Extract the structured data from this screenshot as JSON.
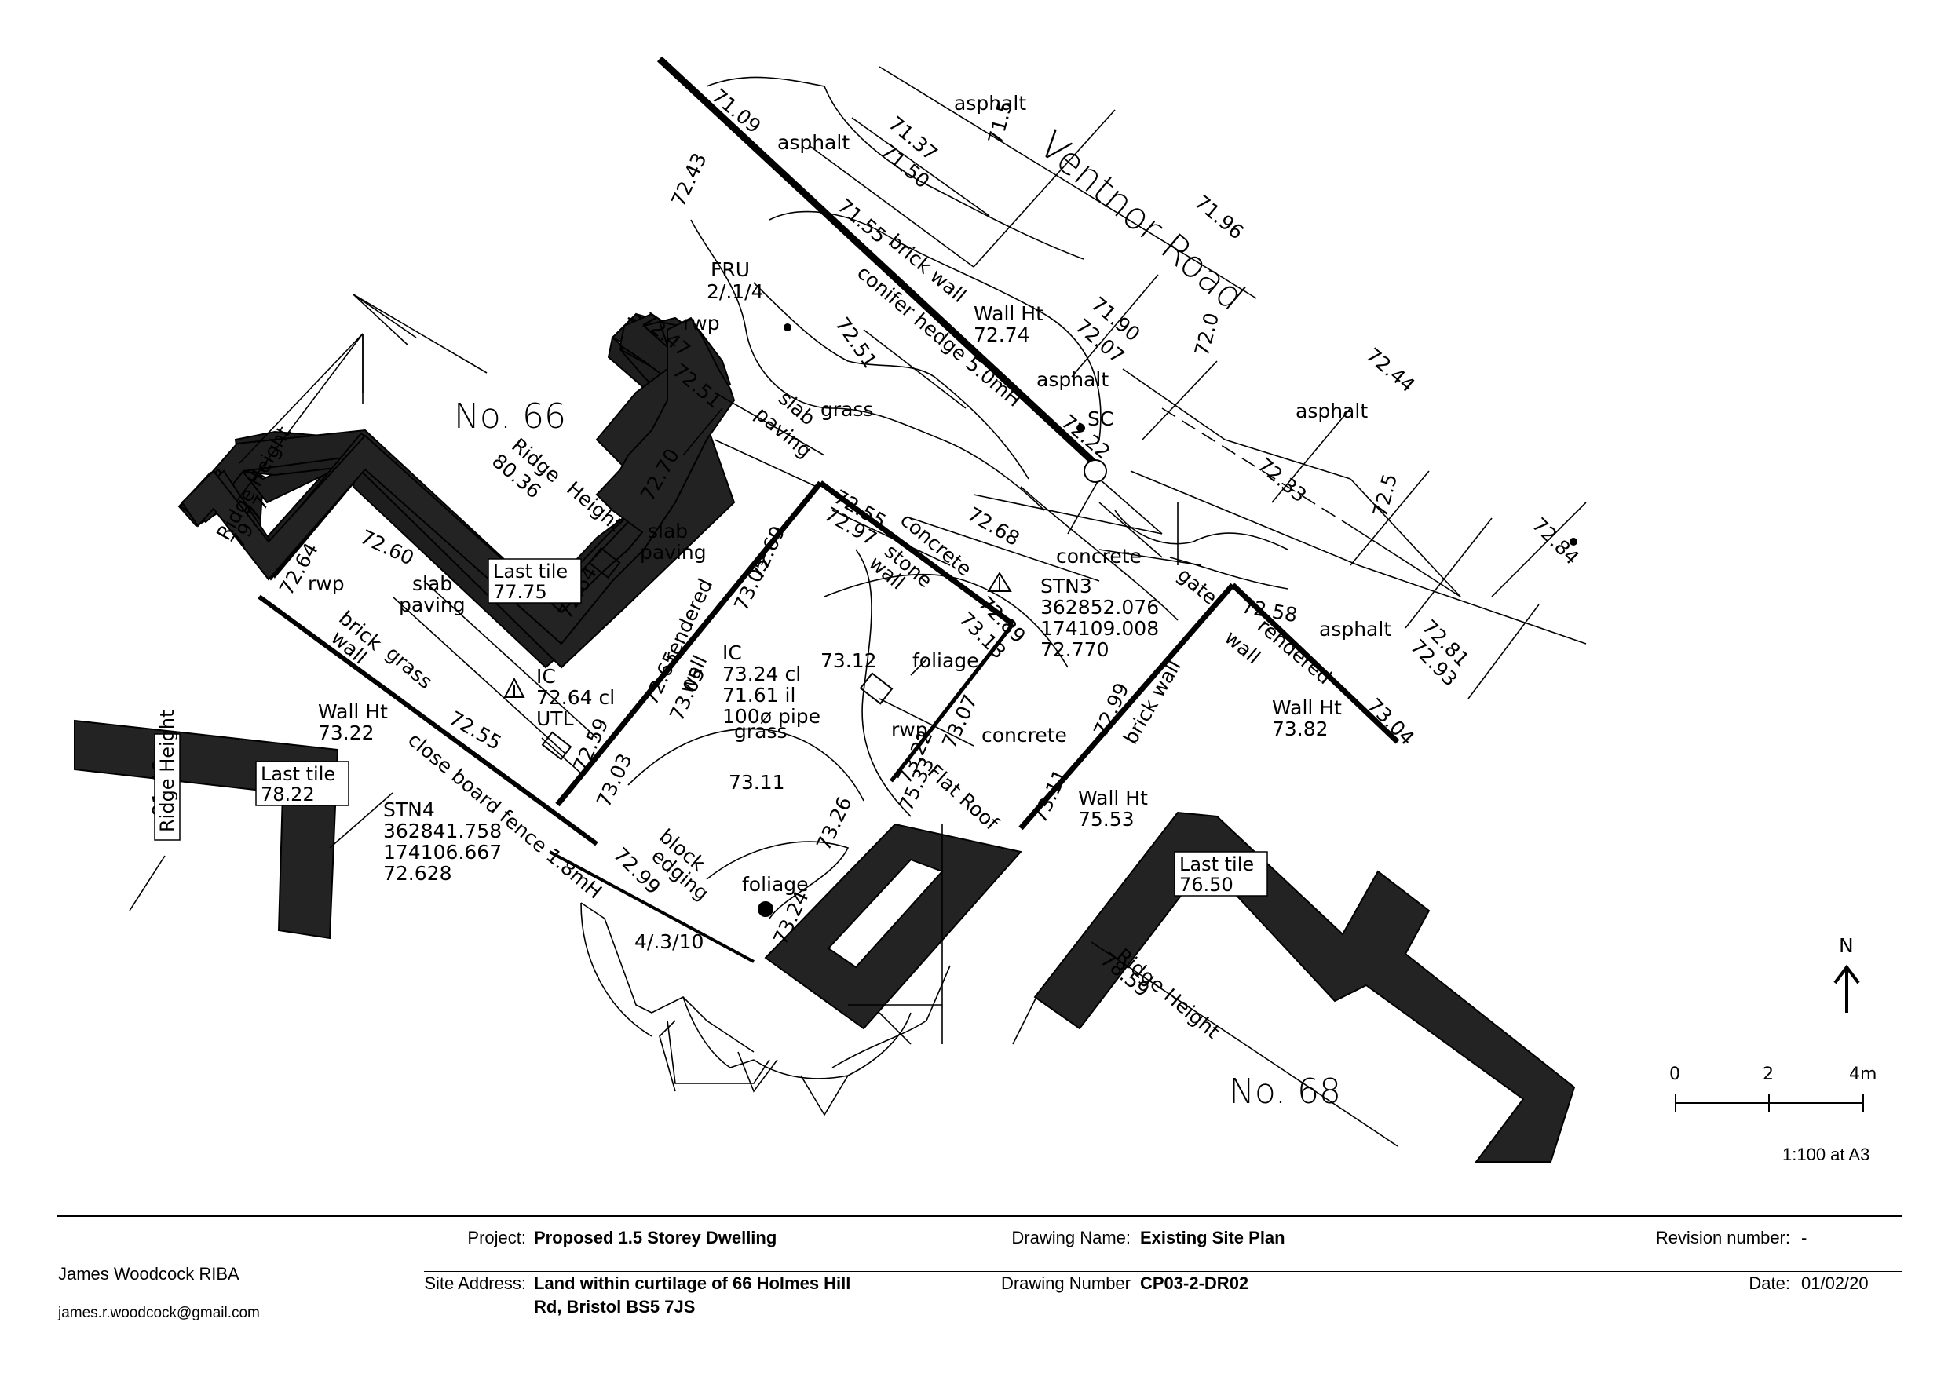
{
  "plan": {
    "road_name": "Ventnor Road",
    "property_labels": {
      "no66": "No.  66",
      "no68": "No.  68"
    },
    "north_label": "N",
    "scale_bar_ticks": [
      "0",
      "2",
      "4m"
    ],
    "scale_note": "1:100 at A3",
    "levels": {
      "l7109": "71.09",
      "l7137": "71.37",
      "l7150": "71.50",
      "l715": "71.5",
      "l7196": "71.96",
      "l7155": "71.55",
      "l7243a": "72.43",
      "l7190": "71.90",
      "l7207": "72.07",
      "l720": "72.0",
      "l7244": "72.44",
      "l7247": "72.47",
      "l7251a": "72.51",
      "l7251b": "72.51",
      "l7222": "72.22",
      "l7233": "72.33",
      "l725": "72.5",
      "l7270": "72.70",
      "l7268": "72.68",
      "l7255a": "72.55",
      "l7297": "72.97",
      "l7260": "72.60",
      "l7264a": "72.64",
      "l7264b": "72.64",
      "l7269": "72.69",
      "l7305a": "73.05",
      "l7289": "72.89",
      "l7313": "73.13",
      "l7258": "72.58",
      "l7281": "72.81",
      "l7284": "72.84",
      "l7293": "72.93",
      "l7265": "72.65",
      "l7305b": "73.05",
      "l7312": "73.12",
      "l7255b": "72.55",
      "l7259": "72.59",
      "l7303": "73.03",
      "l7311a": "73.11",
      "l7307": "73.07",
      "l7299a": "72.99",
      "l7304": "73.04",
      "l7322": "73.22",
      "l7533": "75.33",
      "l7311b": "73.11",
      "l7326": "73.26",
      "l7299b": "72.99",
      "l7324": "73.24"
    },
    "text_labels": {
      "asphalt1": "asphalt",
      "asphalt2": "asphalt",
      "asphalt3": "asphalt",
      "asphalt4": "asphalt",
      "asphalt5": "asphalt",
      "brickwall1": "brick wall",
      "brickwall2": "brick wall",
      "brickwall3": "brick",
      "brickwall3b": "wall",
      "conifer": "conifer hedge 5.0mH",
      "wallht1_a": "Wall  Ht",
      "wallht1_b": "72.74",
      "wallht2_a": "Wall  Ht",
      "wallht2_b": "73.22",
      "wallht3_a": "Wall  Ht",
      "wallht3_b": "73.82",
      "wallht4_a": "Wall  Ht",
      "wallht4_b": "75.53",
      "fru_a": "FRU",
      "fru_b": "2/.1/4",
      "rwp1": "rwp",
      "rwp2": "rwp",
      "rwp3": "rwp",
      "sc": "SC",
      "slab1_a": "slab",
      "slab1_b": "paving",
      "slab2_a": "slab",
      "slab2_b": "paving",
      "slab3_a": "slab",
      "slab3_b": "paving",
      "grass1": "grass",
      "grass2": "grass",
      "grass3": "grass",
      "concrete1": "concrete",
      "concrete2": "concrete",
      "concrete3": "concrete",
      "stonewall_a": "stone",
      "stonewall_b": "wall",
      "rendered1": "rendered",
      "rendered1b": "wall",
      "rendered2_a": "rendered",
      "rendered2_b": "wall",
      "gate": "gate",
      "foliage1": "foliage",
      "foliage2": "foliage",
      "ic1_a": "IC",
      "ic1_b": "72.64  cl",
      "ic1_c": "UTL",
      "ic2_a": "IC",
      "ic2_b": "73.24  cl",
      "ic2_c": "71.61  il",
      "ic2_d": "100ø  pipe",
      "stn3_a": "STN3",
      "stn3_b": "362852.076",
      "stn3_c": "174109.008",
      "stn3_d": "72.770",
      "stn4_a": "STN4",
      "stn4_b": "362841.758",
      "stn4_c": "174106.667",
      "stn4_d": "72.628",
      "closeboard": "close  board  fence  1.8mH",
      "block_a": "block",
      "block_b": "edging",
      "tree2": "4/.3/10",
      "flatroof": "Flat  Roof",
      "ridge1_a": "Ridge  Height",
      "ridge1_b": "79.77",
      "ridge2_a": "Ridge",
      "ridge2_b": "80.36",
      "ridge2_c": "Height",
      "ridge3_a": "Ridge  Height",
      "ridge3_b": "81.46",
      "ridge4_a": "Ridge  Height",
      "ridge4_b": "78.59",
      "lasttile1_a": "Last  tile",
      "lasttile1_b": "77.75",
      "lasttile2_a": "Last  tile",
      "lasttile2_b": "78.22",
      "lasttile3_a": "Last  tile",
      "lasttile3_b": "76.50"
    }
  },
  "title_block": {
    "architect": "James Woodcock RIBA",
    "email": "james.r.woodcock@gmail.com",
    "project_label": "Project:",
    "project_value": "Proposed 1.5 Storey Dwelling",
    "site_label": "Site Address:",
    "site_value_1": "Land within curtilage of 66 Holmes Hill",
    "site_value_2": "Rd, Bristol BS5 7JS",
    "drawing_name_label": "Drawing Name:",
    "drawing_name_value": "Existing Site Plan",
    "drawing_number_label": "Drawing Number",
    "drawing_number_value": "CP03-2-DR02",
    "revision_label": "Revision number:",
    "revision_value": "-",
    "date_label": "Date:",
    "date_value": "01/02/20"
  }
}
